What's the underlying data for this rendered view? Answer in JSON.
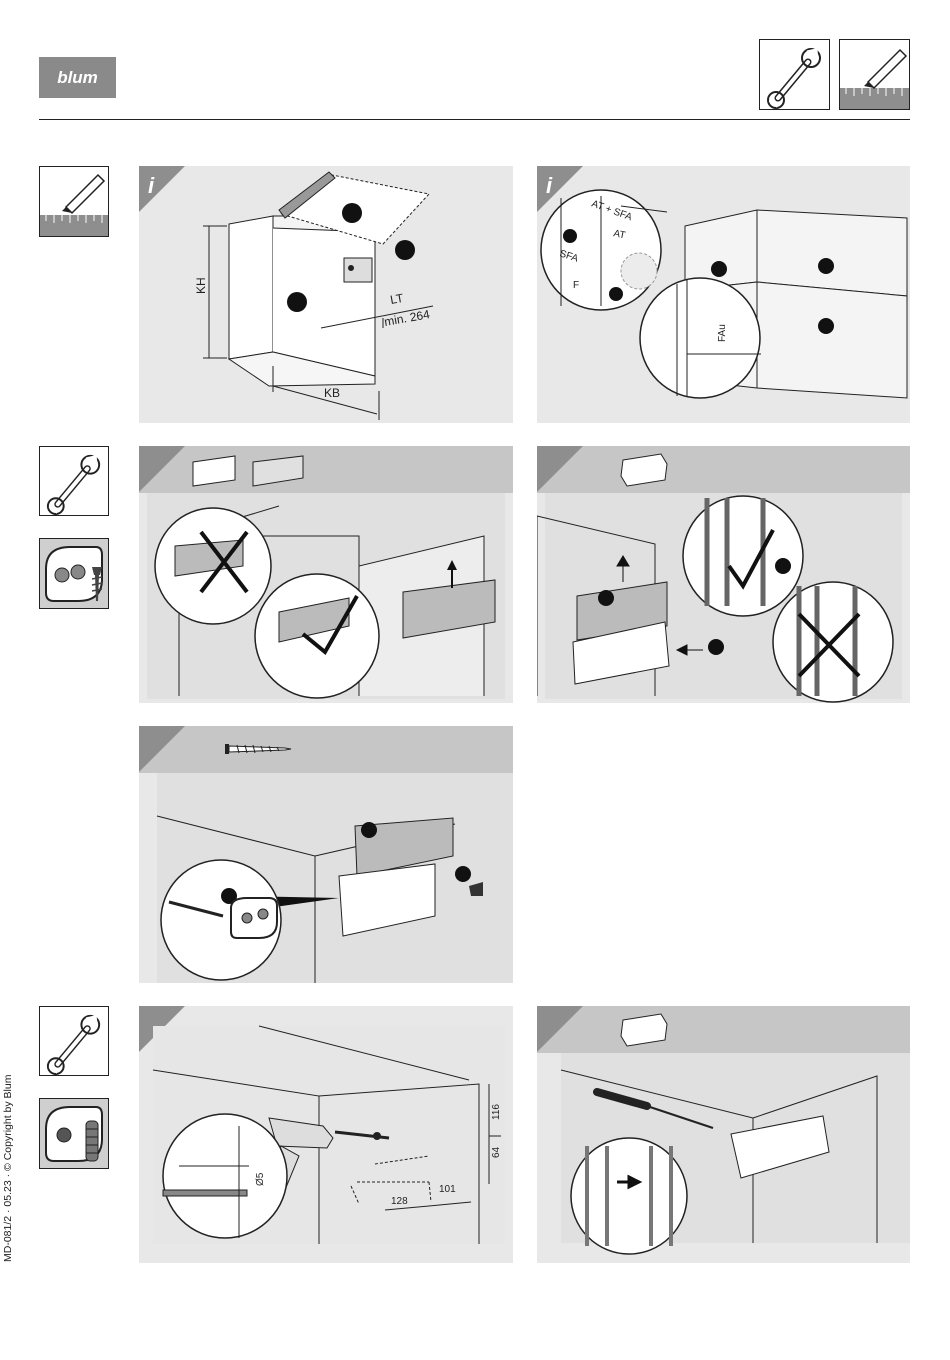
{
  "header": {
    "logo_text": "blum"
  },
  "icons": [
    "wrench-icon",
    "pencil-ruler-icon",
    "screw-plate-icon",
    "dowel-plate-icon",
    "info-icon",
    "screw-icon",
    "drill-icon",
    "screwdriver-icon"
  ],
  "panel1": {
    "info": "i",
    "labels": {
      "kh": "KH",
      "kb": "KB",
      "lt": "LT",
      "lt_min": "min. 264"
    }
  },
  "panel2": {
    "info": "i",
    "labels": {
      "at_sfa": "AT + SFA",
      "at": "AT",
      "sfa": "SFA",
      "f": "F",
      "fau": "FAu"
    }
  },
  "panel7": {
    "dims": {
      "d1": "116",
      "d2": "64",
      "d3": "128",
      "d4": "101",
      "dia": "Ø5"
    }
  },
  "footer": {
    "side_text": "MD-081/2 · 05.23 · © Copyright by Blum"
  },
  "colors": {
    "panel_bg": "#e8e8e8",
    "band": "#c6c6c6",
    "corner": "#8e8e8e",
    "logo_bg": "#8a8a8a"
  }
}
